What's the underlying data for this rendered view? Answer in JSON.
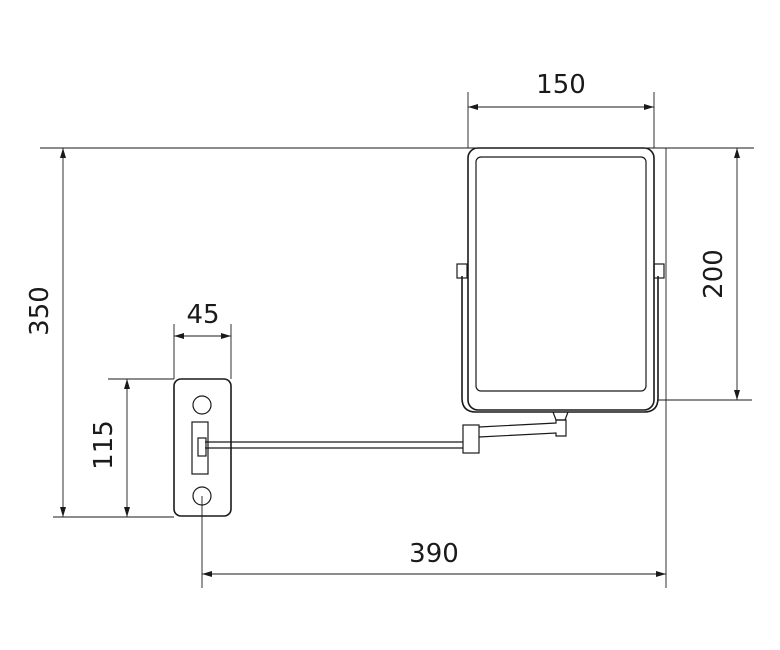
{
  "dimensions": {
    "mirror_width": "150",
    "mirror_height": "200",
    "total_height": "350",
    "plate_width": "45",
    "plate_height": "115",
    "total_reach": "390"
  }
}
